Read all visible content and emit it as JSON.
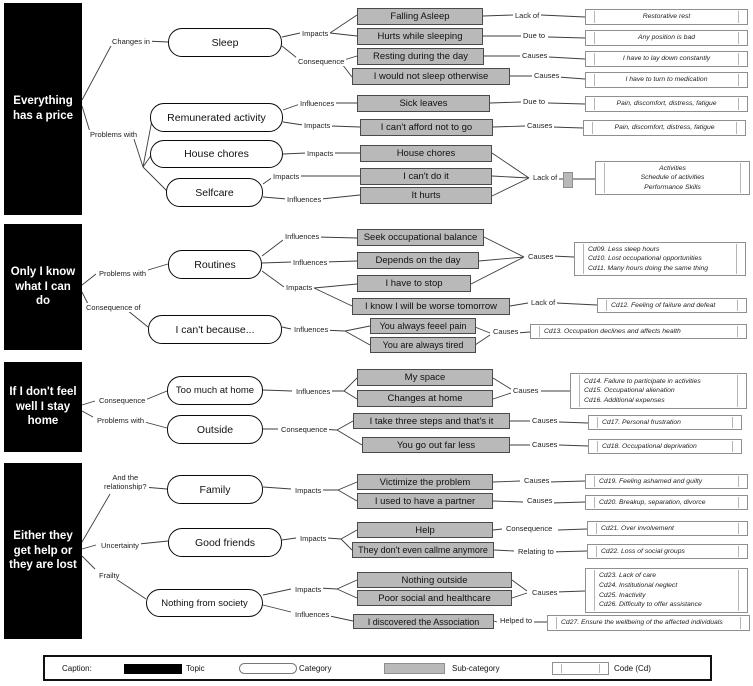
{
  "topics": [
    "Everything\nhas a price",
    "Only I know\nwhat I can\ndo",
    "If I don't feel\nwell I stay\nhome",
    "Either they\nget help or\nthey are lost"
  ],
  "branches": [
    "Changes in",
    "Problems with",
    "Problems with",
    "Consequence of",
    "Consequence",
    "Problems with",
    "And the\nrelationship?",
    "Uncertainty",
    "Frailty"
  ],
  "categories": [
    "Sleep",
    "Remunerated activity",
    "House chores",
    "Selfcare",
    "Routines",
    "I can't because...",
    "Too much at home",
    "Outside",
    "Family",
    "Good friends",
    "Nothing from society"
  ],
  "relations": [
    "Impacts",
    "Consequence",
    "Influences",
    "Impacts",
    "Impacts",
    "Impacts",
    "Influences",
    "Influences",
    "Influences",
    "Impacts",
    "Influences",
    "Influences",
    "Consequence",
    "Impacts",
    "Impacts",
    "Impacts",
    "Influences"
  ],
  "subs": [
    "Falling Asleep",
    "Hurts while sleeping",
    "Resting during the day",
    "I would not sleep otherwise",
    "Sick leaves",
    "I can't afford not to go",
    "House chores",
    "I can't do it",
    "It hurts",
    "Seek occupational balance",
    "Depends on the day",
    "I have to stop",
    "I know I will be worse tomorrow",
    "You always feeel pain",
    "You are always tired",
    "My space",
    "Changes at home",
    "I take three steps and that's it",
    "You go out far less",
    "Victimize the problem",
    "I used to have a partner",
    "Help",
    "They don't even callme anymore",
    "Nothing outside",
    "Poor social and healthcare",
    "I discovered the Association"
  ],
  "links": [
    "Lack of",
    "Due to",
    "Causes",
    "Causes",
    "Due to",
    "Causes",
    "Lack of",
    "Causes",
    "Lack of",
    "Causes",
    "Causes",
    "Causes",
    "Causes",
    "Causes",
    "Causes",
    "Consequence",
    "Relating to",
    "Causes",
    "Helped to"
  ],
  "codes": [
    "Restorative rest",
    "Any position is bad",
    "I have to lay down constantly",
    "I have to turn to medication",
    "Pain, discomfort, distress, fatigue",
    "Pain, discomfort, distress, fatigue",
    "Activities\nSchedule of activities\nPerformance Skills",
    "Cd09. Less sleep hours\nCd10. Lost occupational opportunities\nCd11. Many hours doing the same thing",
    "Cd12. Feeling of failure and defeat",
    "Cd13. Occupation declines and affects health",
    "Cd14. Failure to participate in activities\nCd15. Occupational alienation\nCd16. Additional expenses",
    "Cd17. Personal frustration",
    "Cd18. Occupational deprivation",
    "Cd19. Feeling ashamed and guilty",
    "Cd20. Breakup, separation, divorce",
    "Cd21. Over involvement",
    "Cd22. Loss of social groups",
    "Cd23. Lack of care\nCd24. Institutional neglect\nCd25. Inactivity\nCd26. Difficulty to offer assistance",
    "Cd27. Ensure the wellbeing of the affected individuals"
  ],
  "legend": {
    "caption": "Caption:",
    "topic": "Topic",
    "category": "Category",
    "subcategory": "Sub-category",
    "code": "Code (Cd)"
  }
}
